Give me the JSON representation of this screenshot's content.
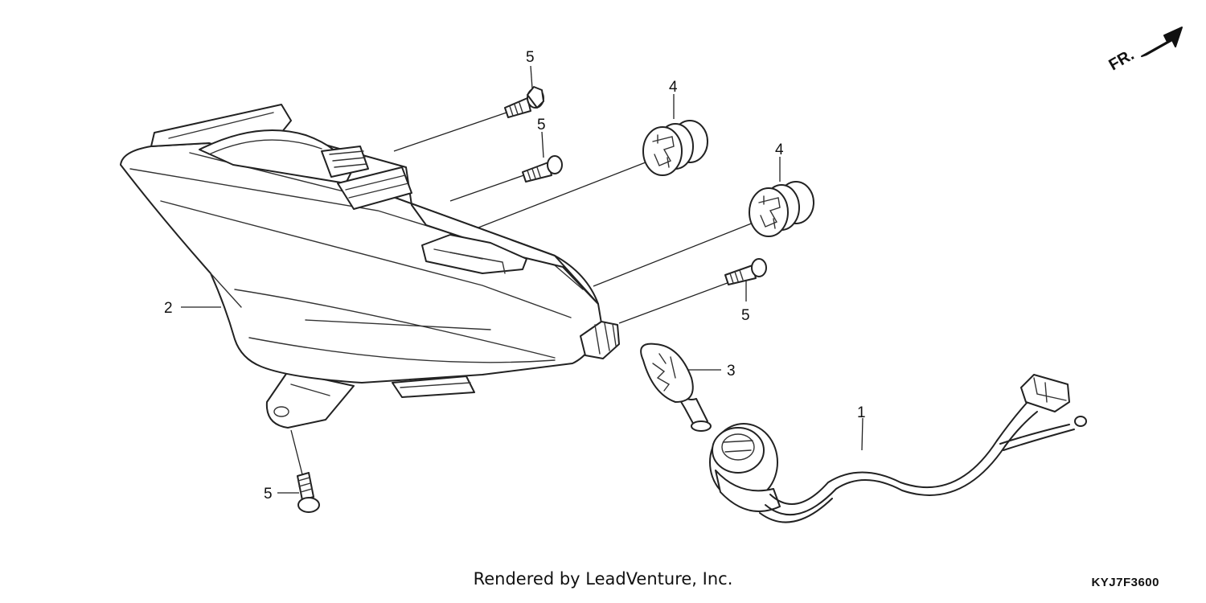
{
  "parts": {
    "wire_harness": {
      "callout": "1"
    },
    "taillight_unit": {
      "callout": "2"
    },
    "bulb": {
      "callout": "3"
    },
    "grommet_upper": {
      "callout": "4"
    },
    "grommet_lower": {
      "callout": "4"
    },
    "screw_top": {
      "callout": "5"
    },
    "screw_upper": {
      "callout": "5"
    },
    "screw_right": {
      "callout": "5"
    },
    "screw_bottom": {
      "callout": "5"
    }
  },
  "direction_indicator": {
    "label": "FR."
  },
  "footer": {
    "credit": "Rendered by LeadVenture, Inc.",
    "diagram_code": "KYJ7F3600"
  }
}
